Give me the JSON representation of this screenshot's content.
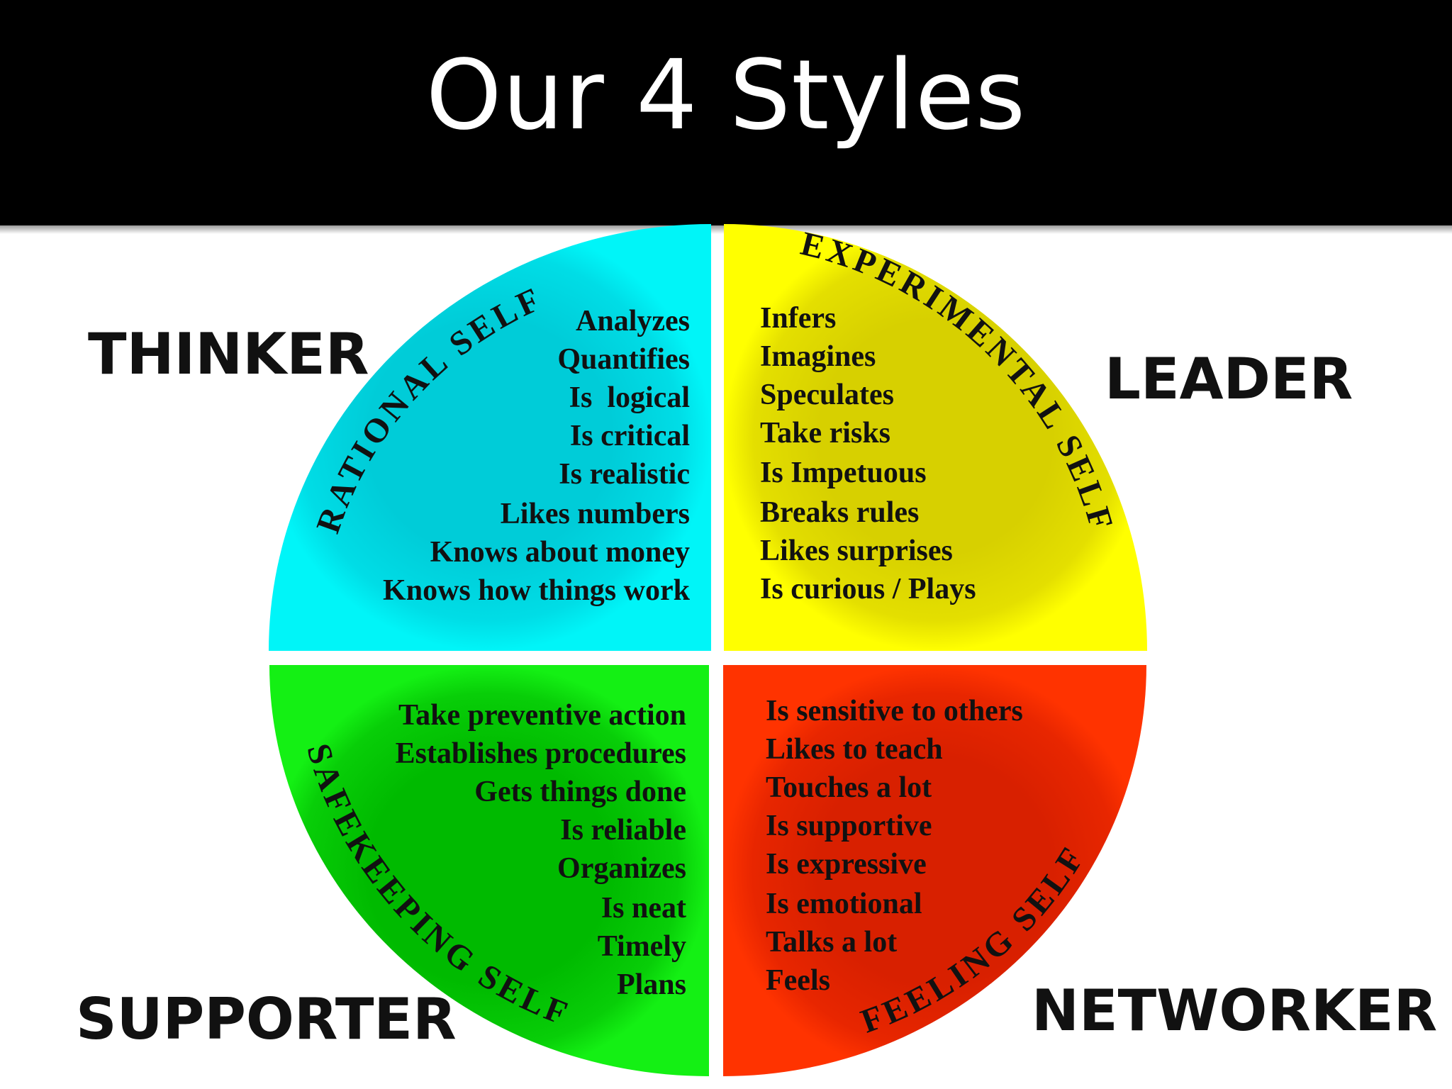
{
  "title": "Our 4 Styles",
  "styles": {
    "thinker": "THINKER",
    "leader": "LEADER",
    "supporter": "SUPPORTER",
    "networker": "NETWORKER"
  },
  "quadrants": {
    "rational": {
      "arc_label": "RATIONAL SELF",
      "color": "#00F3F7",
      "traits": [
        "Analyzes",
        "Quantifies",
        "Is  logical",
        "Is critical",
        "Is realistic",
        "Likes numbers",
        "Knows about money",
        "Knows how things work"
      ]
    },
    "experimental": {
      "arc_label": "EXPERIMENTAL SELF",
      "color": "#FFFF00",
      "traits": [
        "Infers",
        "Imagines",
        "Speculates",
        "Take risks",
        "Is Impetuous",
        "Breaks rules",
        "Likes surprises",
        "Is curious / Plays"
      ]
    },
    "safekeeping": {
      "arc_label": "SAFEKEEPING SELF",
      "color": "#11EE11",
      "traits": [
        "Take preventive action",
        "Establishes procedures",
        "Gets things done",
        "Is reliable",
        "Organizes",
        "Is neat",
        "Timely",
        "Plans"
      ]
    },
    "feeling": {
      "arc_label": "FEELING SELF",
      "color": "#FF2A00",
      "traits": [
        "Is sensitive to others",
        "Likes to teach",
        "Touches a lot",
        "Is supportive",
        "Is expressive",
        "Is emotional",
        "Talks a lot",
        "Feels"
      ]
    }
  }
}
